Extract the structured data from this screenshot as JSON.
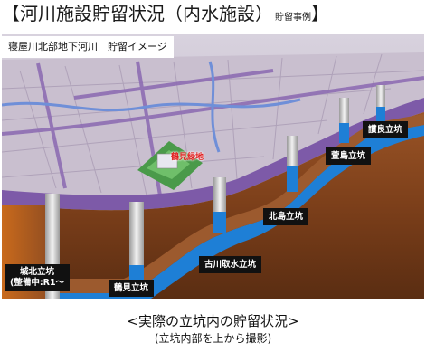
{
  "title": {
    "open_bracket": "【",
    "main": "河川施設貯留状況（内水施設）",
    "sub": "貯留事例",
    "close_bracket": "】"
  },
  "figure": {
    "caption": "寝屋川北部地下河川　貯留イメージ",
    "landmark": "鶴見緑地",
    "shafts": {
      "jouhoku_line1": "城北立坑",
      "jouhoku_line2": "(整備中:R1～",
      "tsurumi": "鶴見立坑",
      "furukawa": "古川取水立坑",
      "kitajima": "北島立坑",
      "kayashima": "萱島立坑",
      "sanuki": "讃良立坑"
    }
  },
  "footer": {
    "line1": "<実際の立坑内の貯留状況>",
    "line2": "(立坑内部を上から撮影)"
  },
  "colors": {
    "water": "#1e7fd6",
    "earth": "#8a4a22",
    "road": "#8e6db3",
    "sky": "#f3f1f6"
  }
}
